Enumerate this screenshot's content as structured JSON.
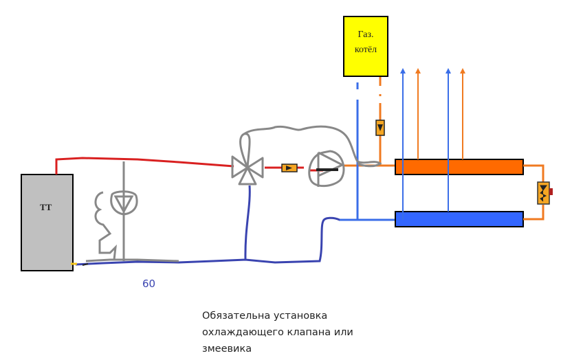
{
  "labels": {
    "gas_boiler": [
      "Газ.",
      "котёл"
    ],
    "solid_fuel_boiler": "ТТ",
    "temperature": "60",
    "note_lines": [
      "Обязательна установка",
      "охлаждающего клапана или",
      "змеевика"
    ]
  },
  "colors": {
    "supply_hot": "#d92020",
    "supply_orange": "#f07a20",
    "return_blue": "#3a6ee8",
    "return_dark_blue": "#3a44b0",
    "sketch_gray": "#888888",
    "boiler_gas_fill": "#ffff00",
    "boiler_tt_fill": "#c0c0c0",
    "manifold_supply": "#ff6a00",
    "manifold_return": "#3366ff",
    "valve_fill": "#f5a623"
  },
  "components": [
    {
      "id": "tt-boiler",
      "kind": "solid fuel boiler"
    },
    {
      "id": "gas-boiler",
      "kind": "gas boiler"
    },
    {
      "id": "three-way-valve",
      "kind": "three-way mixing valve"
    },
    {
      "id": "check-valve-supply",
      "kind": "check valve"
    },
    {
      "id": "pump",
      "kind": "circulation pump"
    },
    {
      "id": "check-valve-gas",
      "kind": "check valve"
    },
    {
      "id": "supply-manifold",
      "kind": "supply manifold"
    },
    {
      "id": "return-manifold",
      "kind": "return manifold"
    },
    {
      "id": "bypass-valve",
      "kind": "differential bypass valve"
    },
    {
      "id": "sketch-valve",
      "kind": "hand-drawn valve"
    }
  ]
}
